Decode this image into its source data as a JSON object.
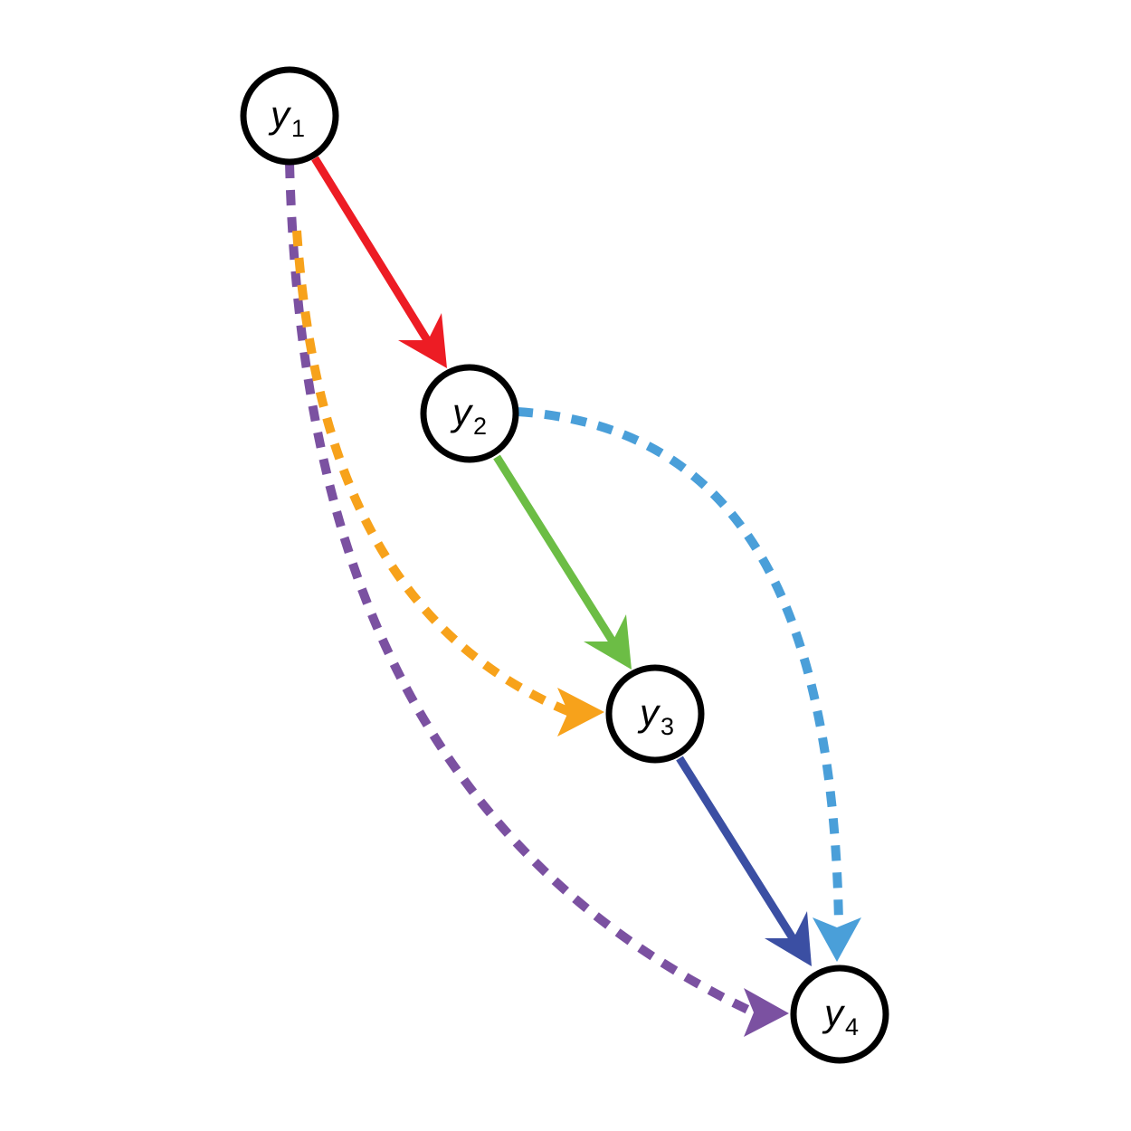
{
  "colors": {
    "y1_y2": "#ed1c24",
    "y2_y3": "#6cbd45",
    "y3_y4": "#3b4fa3",
    "y1_y3": "#f7a21b",
    "y2_y4": "#4a9fd9",
    "y1_y4": "#7b51a1",
    "node_stroke": "#000000",
    "node_fill": "#ffffff"
  },
  "nodes": [
    {
      "id": "y1",
      "var": "y",
      "sub": "1"
    },
    {
      "id": "y2",
      "var": "y",
      "sub": "2"
    },
    {
      "id": "y3",
      "var": "y",
      "sub": "3"
    },
    {
      "id": "y4",
      "var": "y",
      "sub": "4"
    }
  ],
  "edges": [
    {
      "from": "y1",
      "to": "y2",
      "style": "solid",
      "color_key": "y1_y2"
    },
    {
      "from": "y2",
      "to": "y3",
      "style": "solid",
      "color_key": "y2_y3"
    },
    {
      "from": "y3",
      "to": "y4",
      "style": "solid",
      "color_key": "y3_y4"
    },
    {
      "from": "y1",
      "to": "y3",
      "style": "dashed",
      "color_key": "y1_y3"
    },
    {
      "from": "y2",
      "to": "y4",
      "style": "dashed",
      "color_key": "y2_y4"
    },
    {
      "from": "y1",
      "to": "y4",
      "style": "dashed",
      "color_key": "y1_y4"
    }
  ]
}
